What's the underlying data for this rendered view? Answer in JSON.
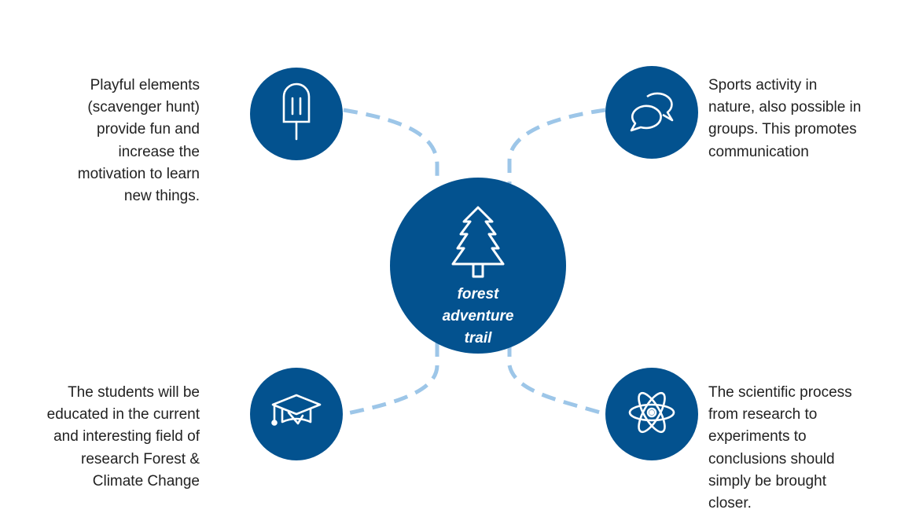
{
  "colors": {
    "node_fill": "#03528F",
    "connector": "#9DC6E8",
    "text": "#222222",
    "icon": "#ffffff"
  },
  "center": {
    "title": "forest adventure trail",
    "icon": "pine-tree-icon"
  },
  "items": [
    {
      "id": "play",
      "icon": "popsicle-icon",
      "text": "Playful elements (scavenger hunt) provide fun and increase the motivation to learn new things."
    },
    {
      "id": "sports",
      "icon": "speech-bubbles-icon",
      "text": "Sports activity in nature, also possible in groups. This promotes communication"
    },
    {
      "id": "education",
      "icon": "graduation-cap-icon",
      "text": "The students will be educated in the current and interesting field of research Forest & Climate Change"
    },
    {
      "id": "science",
      "icon": "atom-icon",
      "text": "The scientific process from research to experiments to conclusions should simply be brought closer."
    }
  ]
}
